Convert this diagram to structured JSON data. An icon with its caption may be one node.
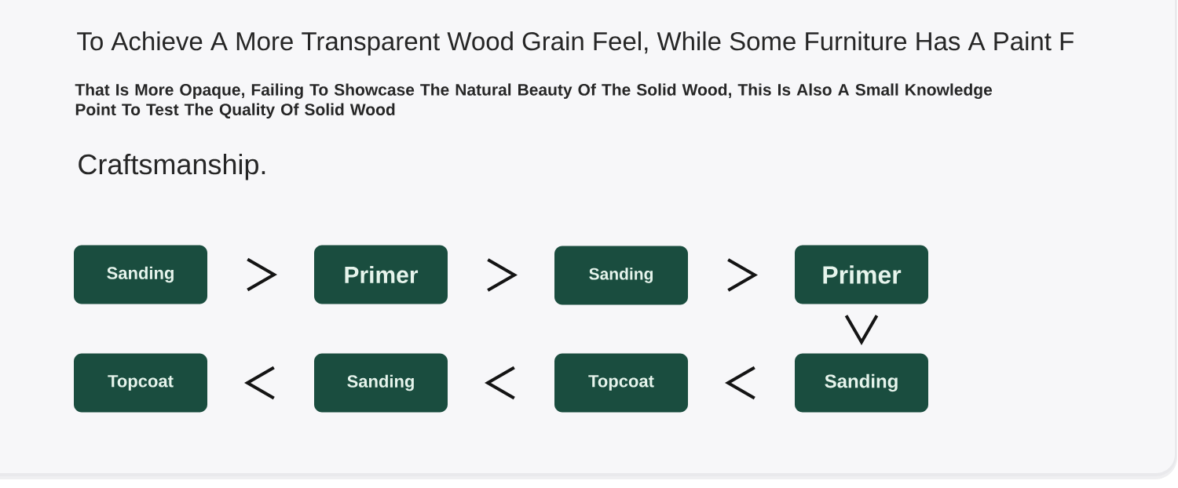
{
  "diagram": {
    "nodes": [
      {
        "text": [
          "Sanding"
        ]
      },
      {
        "text": [
          "Primer"
        ]
      },
      {
        "text": [
          "Sanding"
        ]
      },
      {
        "text": [
          "Primer"
        ]
      },
      {
        "text": [
          "Topcoat"
        ]
      },
      {
        "text": [
          "Sanding"
        ]
      },
      {
        "text": [
          "Topcoat"
        ]
      },
      {
        "text": [
          "Sanding"
        ]
      }
    ],
    "edges": [
      {
        "from": 0,
        "to": 1,
        "arrow": "to"
      },
      {
        "from": 1,
        "to": 2,
        "arrow": "to"
      },
      {
        "from": 2,
        "to": 3,
        "arrow": "to"
      },
      {
        "from": 3,
        "to": 7,
        "arrow": "to"
      },
      {
        "from": 7,
        "to": 6,
        "arrow": "to"
      },
      {
        "from": 6,
        "to": 5,
        "arrow": "to"
      },
      {
        "from": 5,
        "to": 4,
        "arrow": "to"
      }
    ],
    "labels": [
      "To Achieve A More Transparent Wood Grain Feel, While Some Furniture Has A Paint F",
      "That Is More Opaque, Failing To Showcase The Natural Beauty Of The Solid Wood, This Is Also A Small Knowledge Point To Test The Quality Of Solid Wood",
      "Craftsmanship."
    ]
  }
}
